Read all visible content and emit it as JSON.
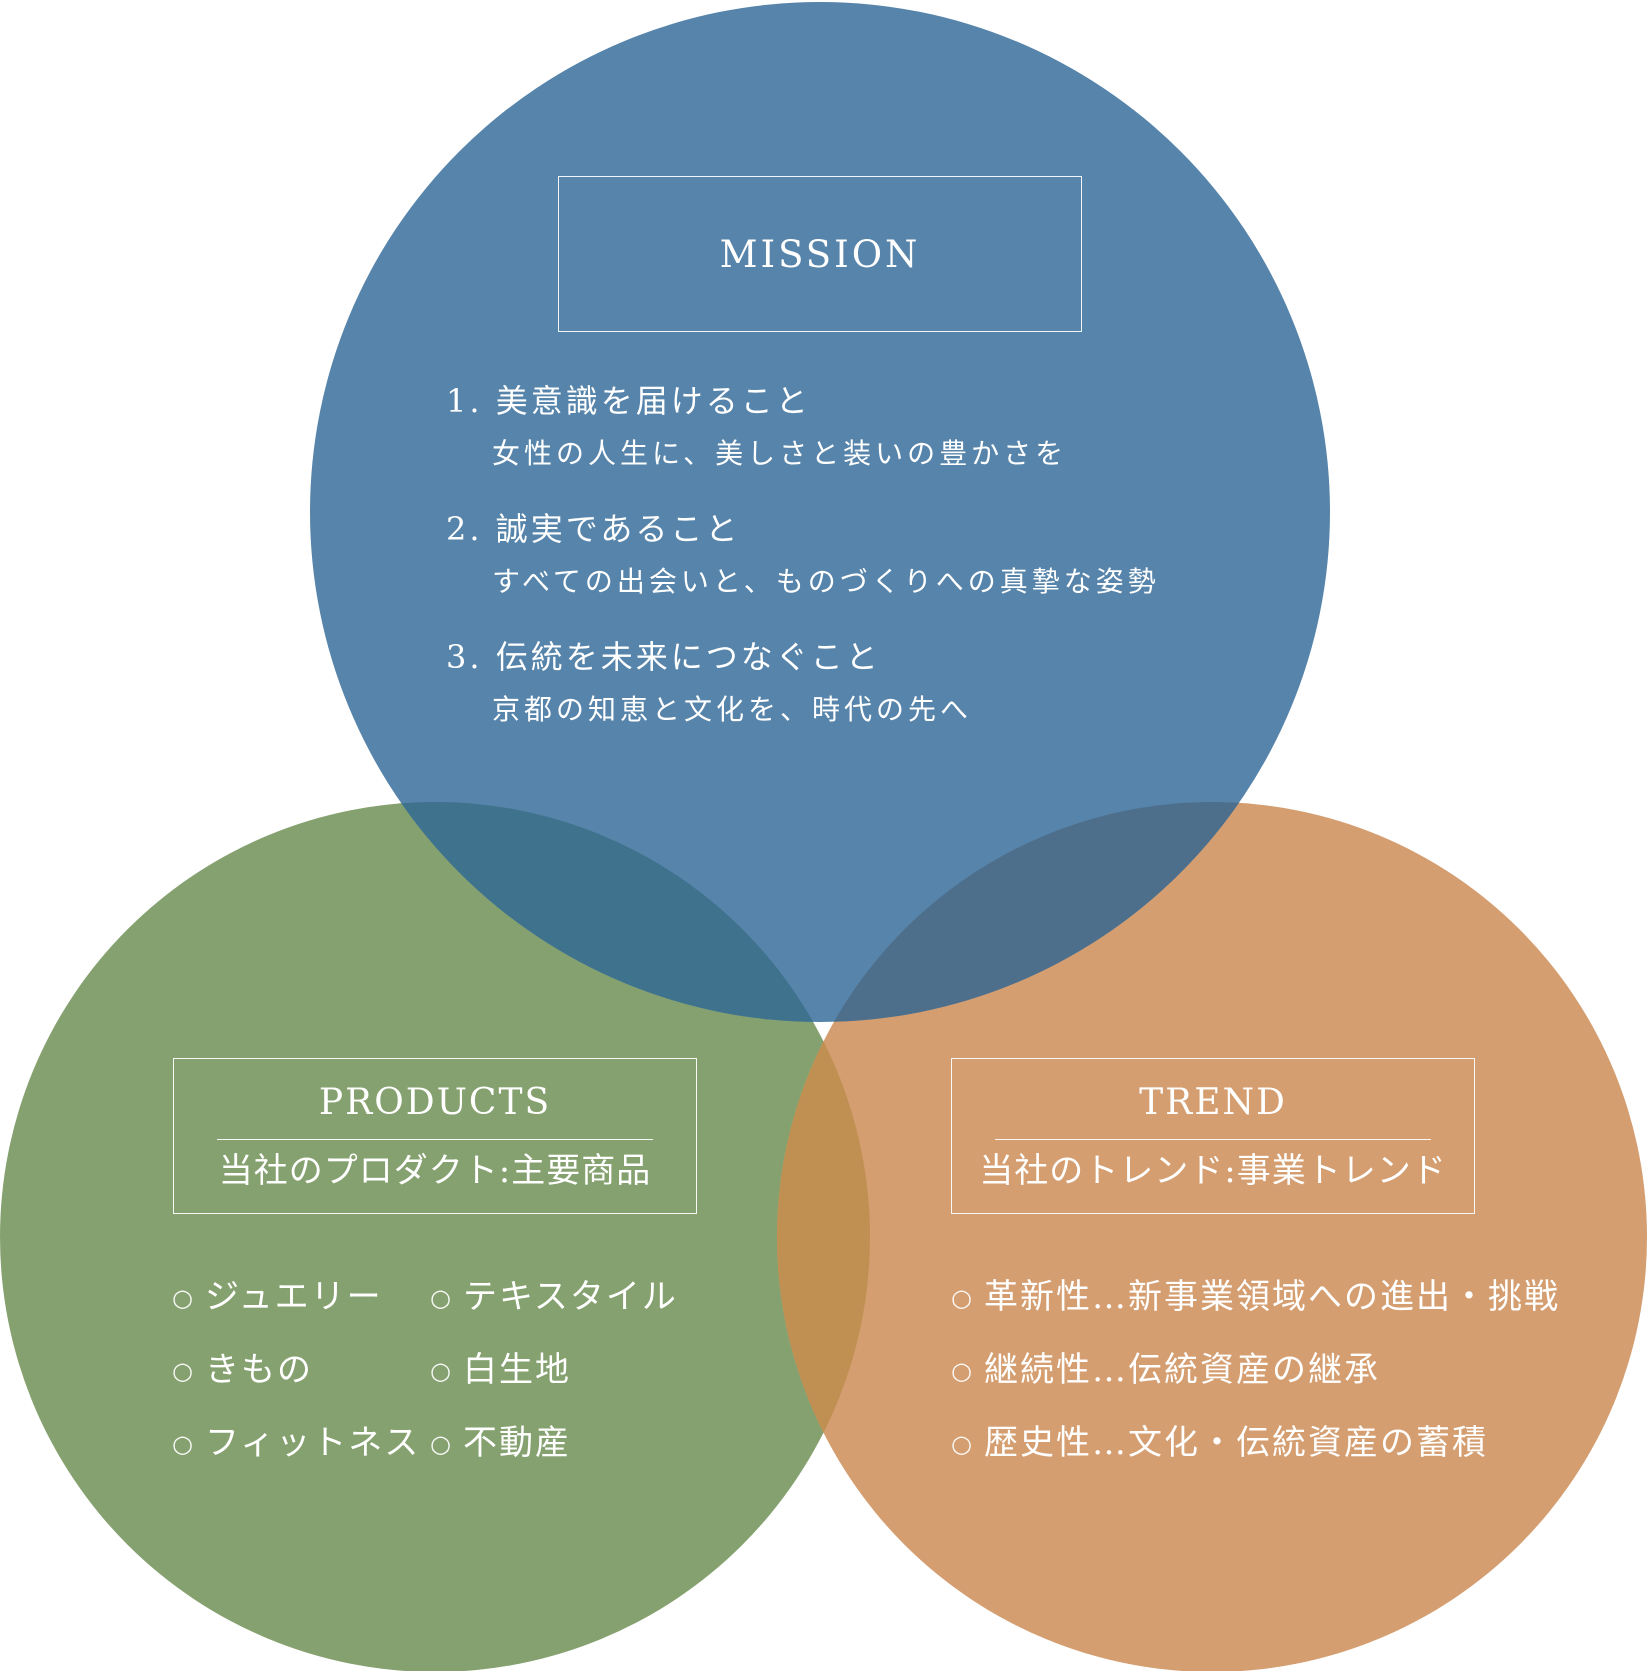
{
  "colors": {
    "mission": "#5784aa",
    "products": "#86a170",
    "trend": "#d49e70",
    "mission_products_overlap": "#3e728d",
    "mission_trend_overlap": "#4e6f8b",
    "products_trend_overlap": "#c09053",
    "text": "#ffffff"
  },
  "mission": {
    "title": "MISSION",
    "items": [
      {
        "head": "1. 美意識を届けること",
        "sub": "女性の人生に、美しさと装いの豊かさを"
      },
      {
        "head": "2. 誠実であること",
        "sub": "すべての出会いと、ものづくりへの真摯な姿勢"
      },
      {
        "head": "3. 伝統を未来につなぐこと",
        "sub": "京都の知恵と文化を、時代の先へ"
      }
    ]
  },
  "products": {
    "title": "PRODUCTS",
    "subtitle": "当社のプロダクト:主要商品",
    "bullet_icon": "circle-bullet-icon",
    "rows": [
      [
        "ジュエリー",
        "テキスタイル"
      ],
      [
        "きもの",
        "白生地"
      ],
      [
        "フィットネス",
        "不動産"
      ]
    ]
  },
  "trend": {
    "title": "TREND",
    "subtitle": "当社のトレンド:事業トレンド",
    "bullet_icon": "circle-bullet-icon",
    "items": [
      "革新性…新事業領域への進出・挑戦",
      "継続性…伝統資産の継承",
      "歴史性…文化・伝統資産の蓄積"
    ]
  }
}
